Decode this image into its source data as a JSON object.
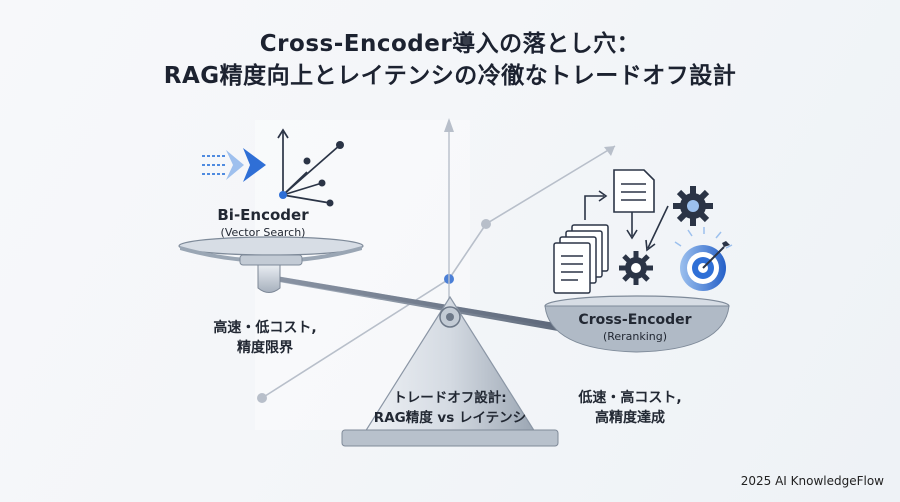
{
  "title": {
    "line1": "Cross-Encoder導入の落とし穴：",
    "line2": "RAG精度向上とレイテンシの冷徹なトレードオフ設計"
  },
  "left_pan": {
    "title": "Bi-Encoder",
    "subtitle": "(Vector Search)",
    "description_line1": "高速・低コスト,",
    "description_line2": "精度限界"
  },
  "right_pan": {
    "title": "Cross-Encoder",
    "subtitle": "(Reranking)",
    "description_line1": "低速・高コスト,",
    "description_line2": "高精度達成"
  },
  "fulcrum": {
    "line1": "トレードオフ設計:",
    "line2": "RAG精度 vs レイテンシ"
  },
  "footer": "2025 AI KnowledgeFlow",
  "colors": {
    "accent_blue": "#2f6fd6",
    "steel": "#9aa6b4",
    "dark_navy": "#2b3446",
    "line_grey": "#a9b2bf"
  },
  "icons": [
    "arrows-icon",
    "vector-graph-icon",
    "document-stack-icon",
    "document-icon",
    "gear-icon",
    "target-icon"
  ]
}
